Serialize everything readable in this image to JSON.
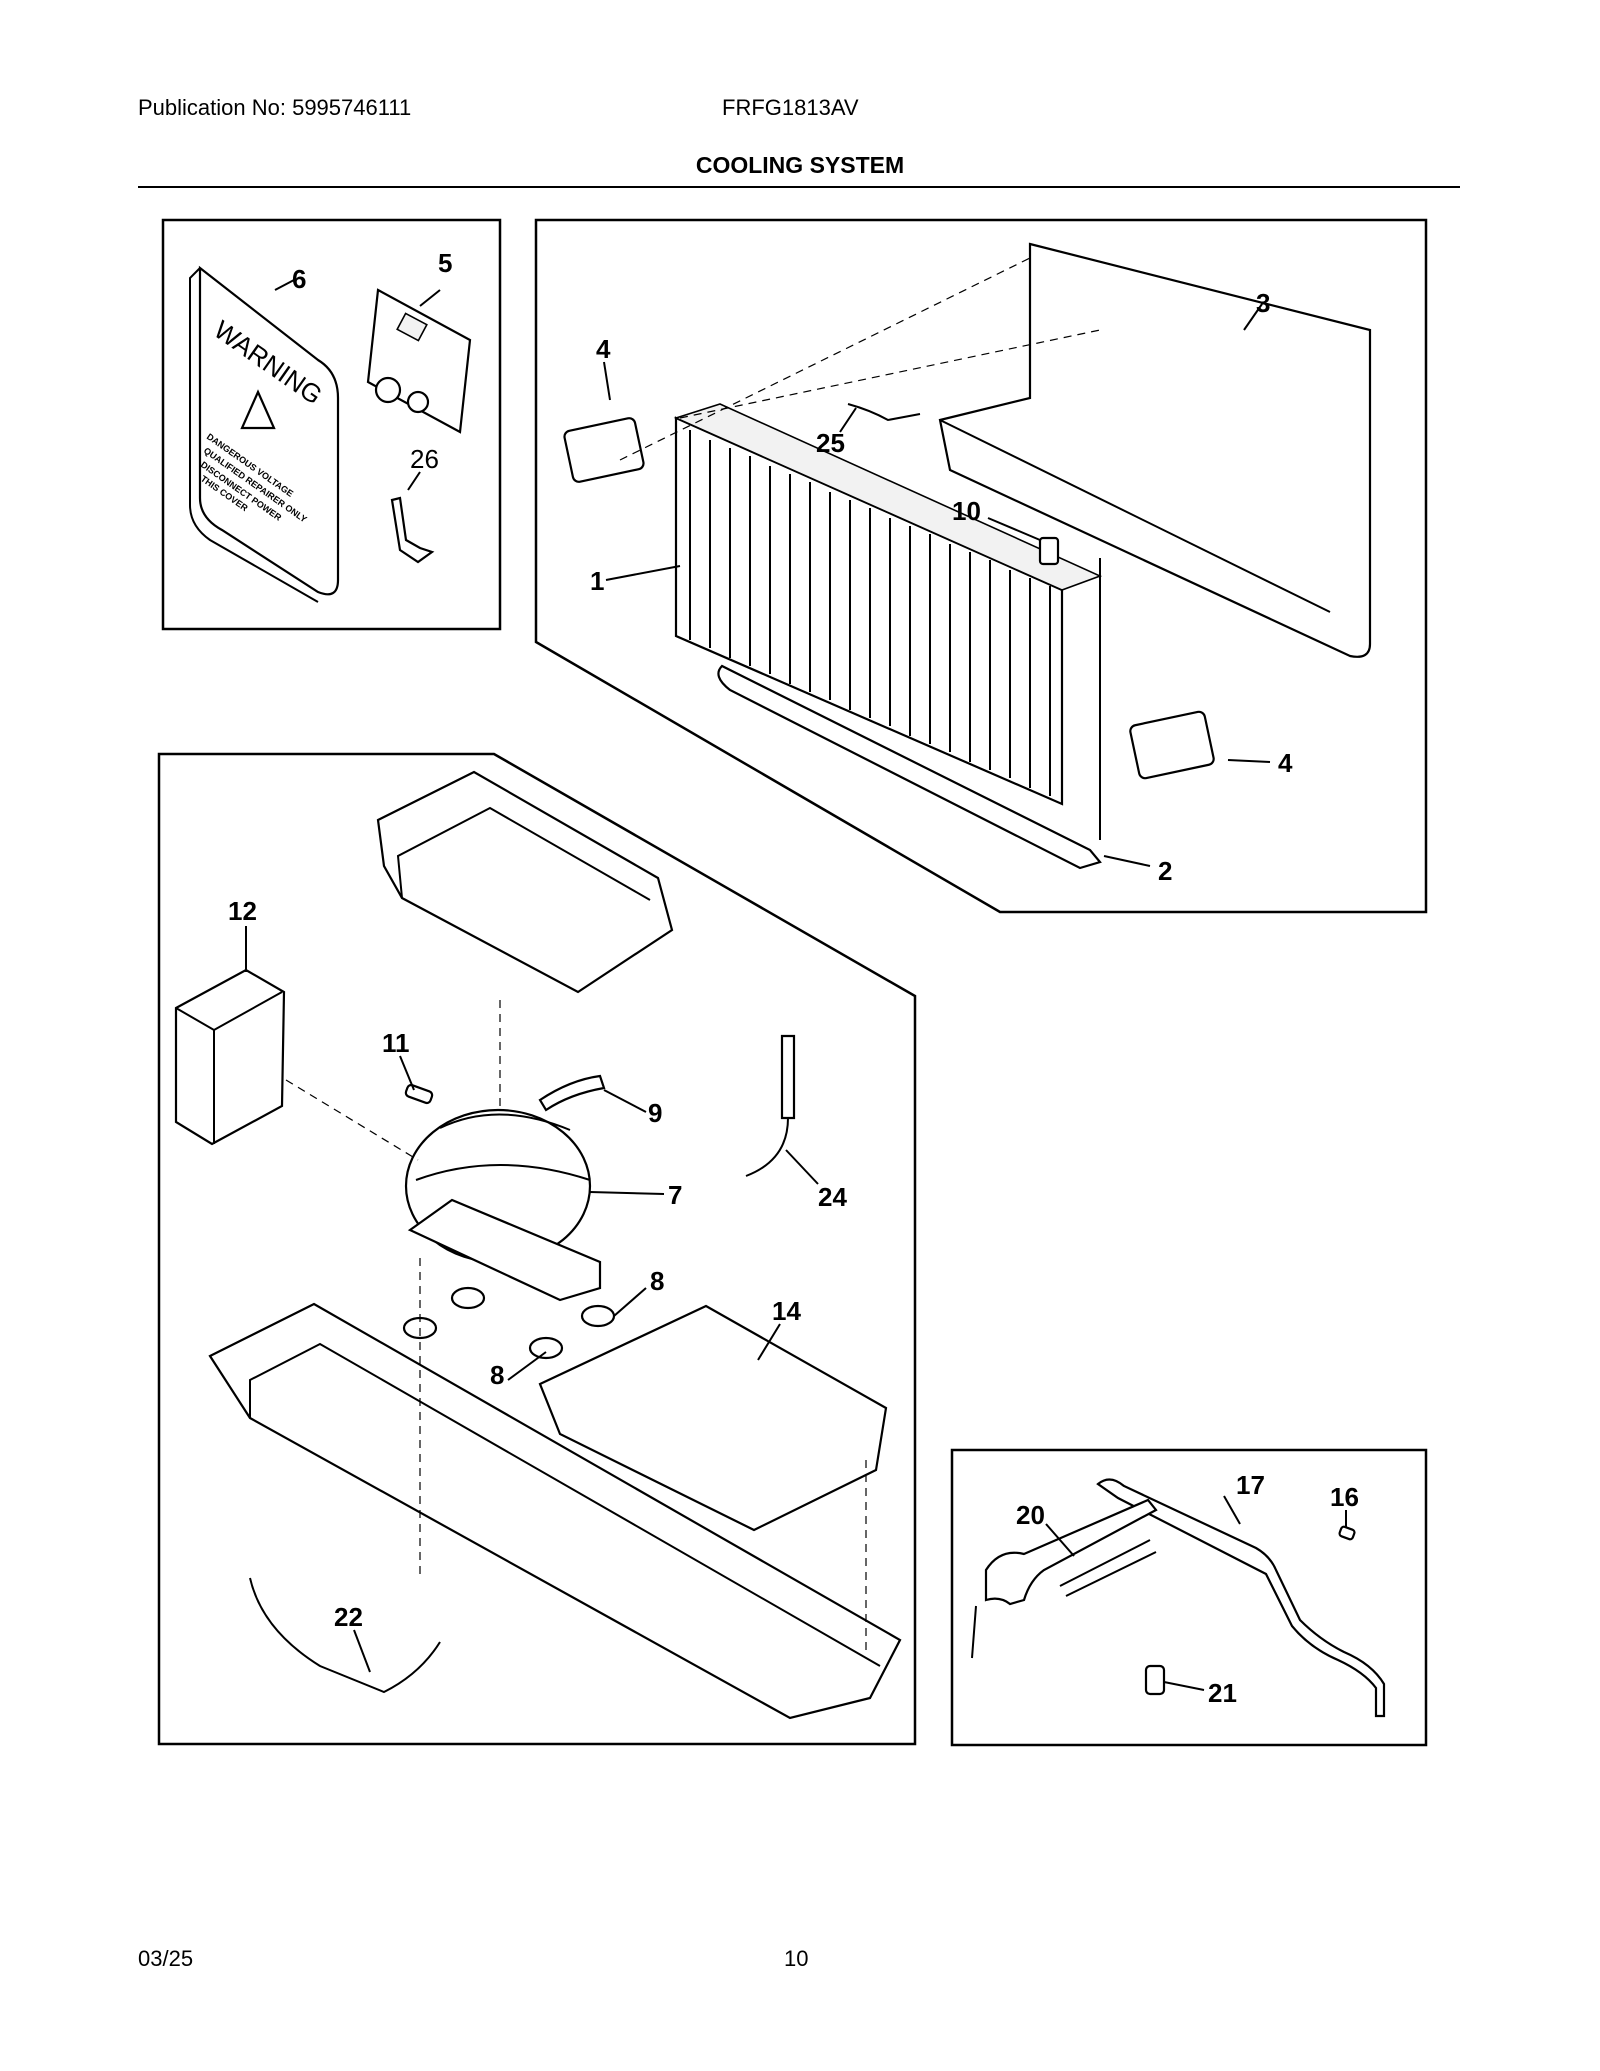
{
  "header": {
    "publication": "Publication No: 5995746111",
    "model": "FRFG1813AV",
    "title": "COOLING SYSTEM"
  },
  "footer": {
    "date": "03/25",
    "page_number": "10"
  },
  "warning_cover": {
    "heading": "WARNING",
    "body": [
      "DANGEROUS VOLTAGE",
      "QUALIFIED REPAIRER ONLY",
      "DISCONNECT POWER",
      "THIS COVER"
    ]
  },
  "callouts": {
    "c1": "1",
    "c2": "2",
    "c3": "3",
    "c4a": "4",
    "c4b": "4",
    "c5": "5",
    "c6": "6",
    "c7": "7",
    "c8a": "8",
    "c8b": "8",
    "c9": "9",
    "c10": "10",
    "c11": "11",
    "c12": "12",
    "c14": "14",
    "c16": "16",
    "c17": "17",
    "c20": "20",
    "c21": "21",
    "c22": "22",
    "c24": "24",
    "c25": "25",
    "c26": "26"
  }
}
